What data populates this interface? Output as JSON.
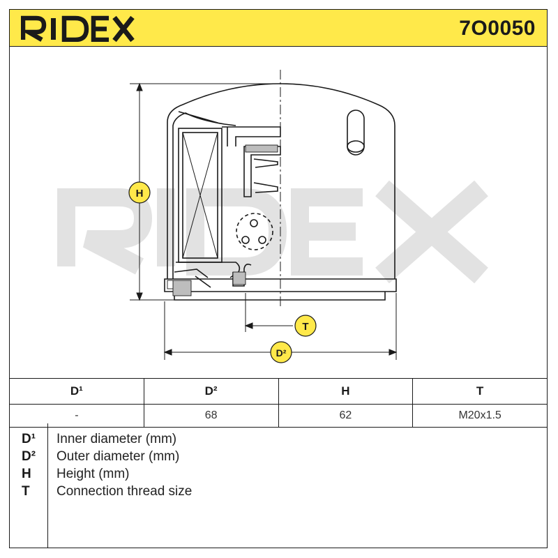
{
  "brand": {
    "name": "RIDEX",
    "accent": "#ffe94a",
    "ink": "#1a1a1a",
    "watermark": "#e2e2e2"
  },
  "header": {
    "part_number": "7O0050"
  },
  "diagram": {
    "labels": {
      "height": "H",
      "thread": "T",
      "outer_diameter": "D²"
    }
  },
  "table": {
    "headers": [
      "D¹",
      "D²",
      "H",
      "T"
    ],
    "values": [
      "-",
      "68",
      "62",
      "M20x1.5"
    ]
  },
  "legend": [
    {
      "key": "D¹",
      "desc": "Inner diameter (mm)"
    },
    {
      "key": "D²",
      "desc": "Outer diameter (mm)"
    },
    {
      "key": "H",
      "desc": "Height (mm)"
    },
    {
      "key": "T",
      "desc": "Connection thread size"
    }
  ]
}
